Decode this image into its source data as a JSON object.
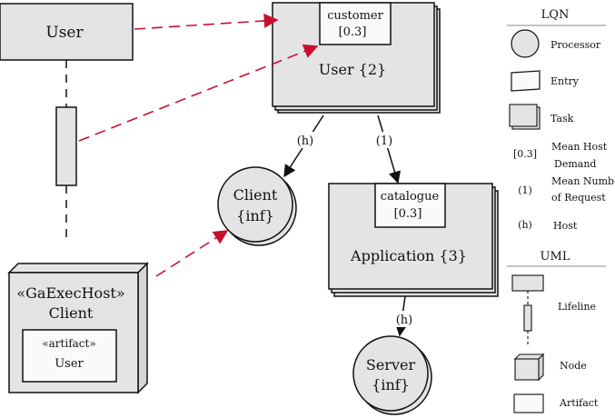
{
  "colors": {
    "fill": "#e4e4e4",
    "stroke": "#111111",
    "entry_fill": "#fafafa",
    "arrow_red": "#c8102e"
  },
  "lifeline": {
    "label": "User"
  },
  "node": {
    "stereotype": "«GaExecHost»",
    "name": "Client",
    "artifact": {
      "stereotype": "«artifact»",
      "name": "User"
    }
  },
  "tasks": {
    "user": {
      "entry_name": "customer",
      "entry_demand": "[0.3]",
      "label": "User {2}"
    },
    "application": {
      "entry_name": "catalogue",
      "entry_demand": "[0.3]",
      "label": "Application {3}"
    }
  },
  "processors": {
    "client": {
      "name": "Client",
      "multiplicity": "{inf}"
    },
    "server": {
      "name": "Server",
      "multiplicity": "{inf}"
    }
  },
  "connectors": {
    "user_to_client": "(h)",
    "user_to_application": "(1)",
    "application_to_server": "(h)"
  },
  "legend": {
    "lqn_title": "LQN",
    "processor": "Processor",
    "entry": "Entry",
    "task": "Task",
    "mean_host_demand_symbol": "[0.3]",
    "mean_host_demand_line1": "Mean Host",
    "mean_host_demand_line2": "Demand",
    "mean_requests_symbol": "(1)",
    "mean_requests_line1": "Mean Number",
    "mean_requests_line2": "of Request",
    "host_symbol": "(h)",
    "host": "Host",
    "uml_title": "UML",
    "lifeline": "Lifeline",
    "node": "Node",
    "artifact": "Artifact"
  }
}
